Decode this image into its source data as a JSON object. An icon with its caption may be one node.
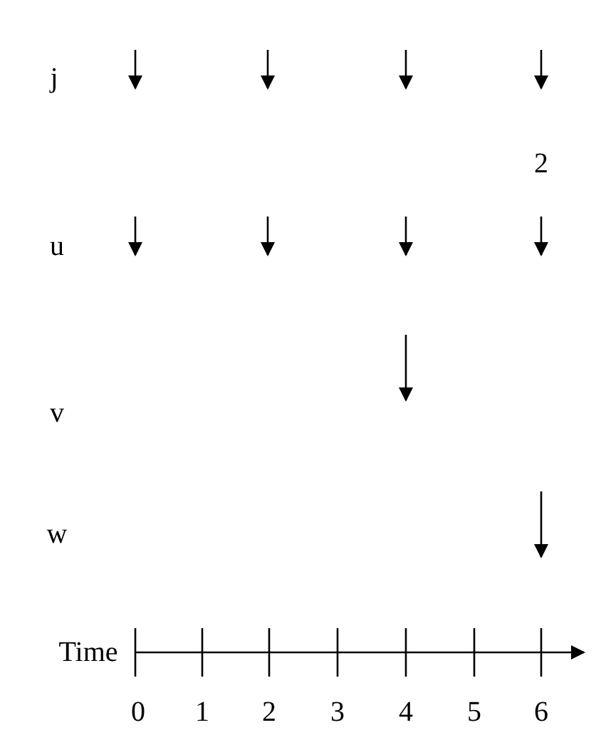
{
  "diagram": {
    "labels": [
      "j",
      "2",
      "u",
      "v",
      "w",
      "Time",
      "0",
      "1",
      "2",
      "3",
      "4",
      "5",
      "6"
    ]
  }
}
